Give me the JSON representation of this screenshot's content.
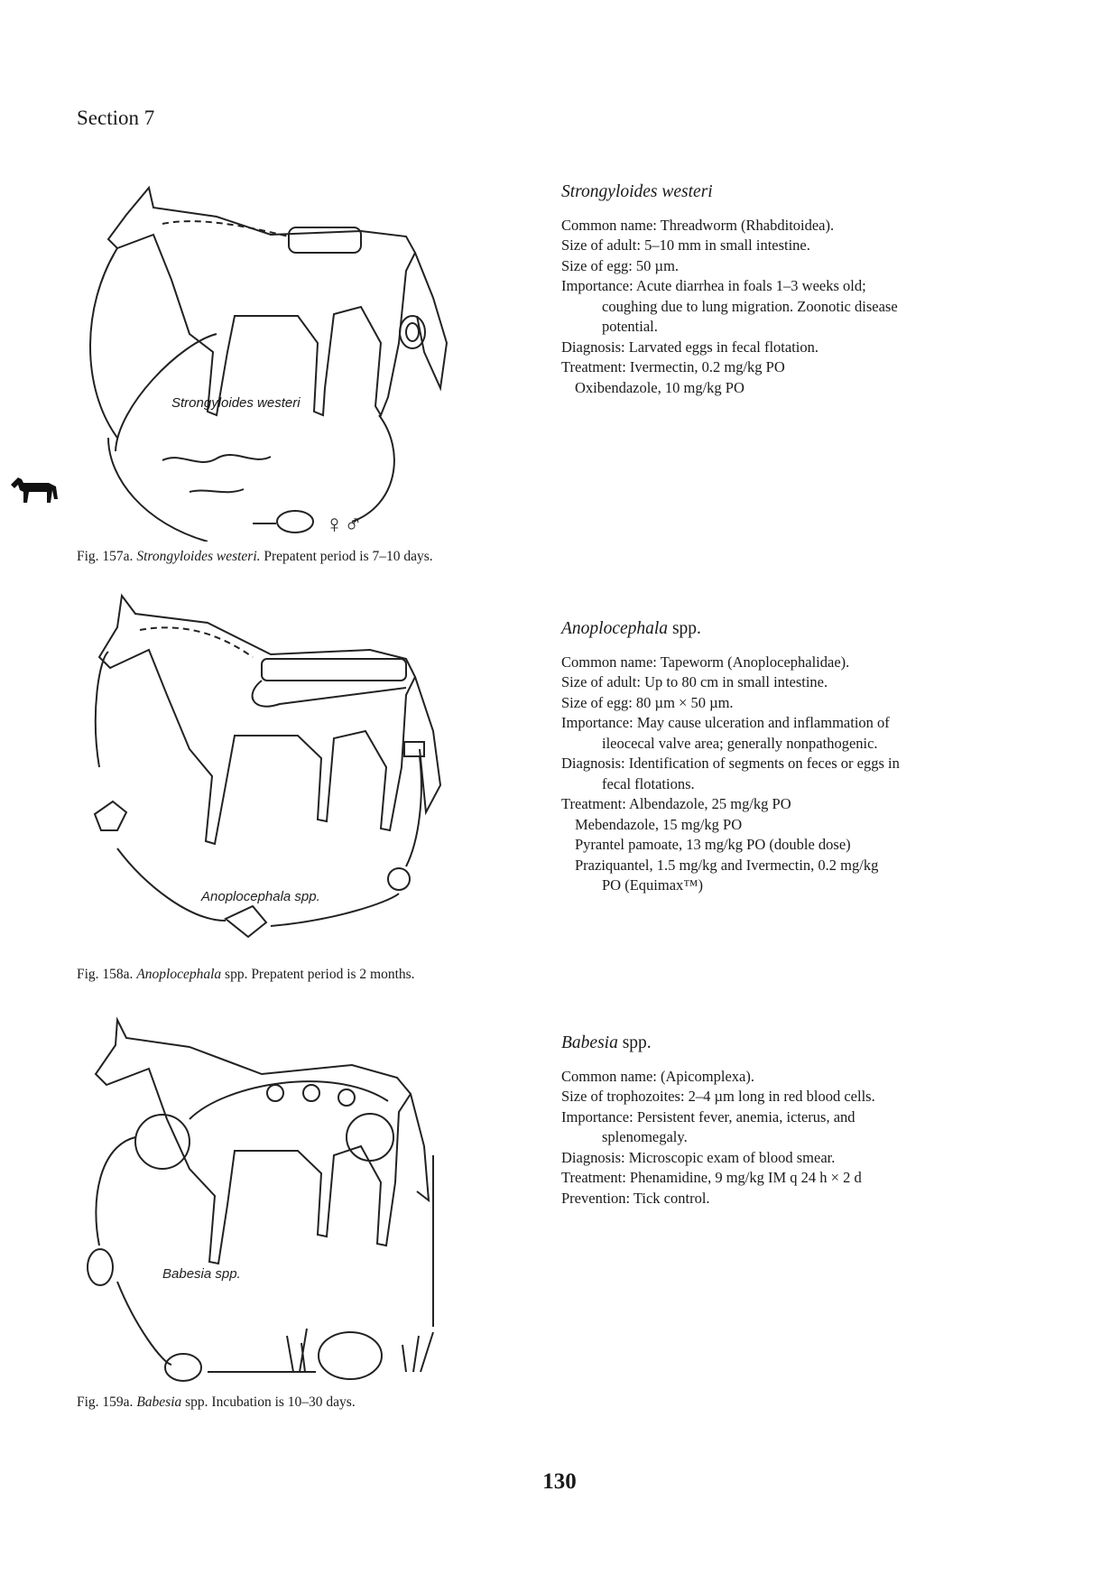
{
  "header": {
    "section": "Section 7"
  },
  "figures": [
    {
      "label": "Strongyloides westeri",
      "caption": {
        "prefix": "Fig. 157a. ",
        "species": "Strongyloides westeri.",
        "suffix": " Prepatent period is 7–10 days."
      }
    },
    {
      "label": "Anoplocephala spp.",
      "caption": {
        "prefix": "Fig. 158a. ",
        "species": "Anoplocephala",
        "suffix": " spp. Prepatent period is 2 months."
      }
    },
    {
      "label": "Babesia spp.",
      "caption": {
        "prefix": "Fig. 159a. ",
        "species": "Babesia",
        "suffix": " spp. Incubation is 10–30 days."
      }
    }
  ],
  "entries": [
    {
      "title": "Strongyloides westeri",
      "title_suffix": "",
      "common_name": "Common name: Threadworm (Rhabditoidea).",
      "size_adult": "Size of adult: 5–10 mm in small intestine.",
      "size_egg": "Size of egg: 50 µm.",
      "importance_1": "Importance: Acute diarrhea in foals 1–3 weeks old;",
      "importance_2": "coughing due to lung migration. Zoonotic disease",
      "importance_3": "potential.",
      "diagnosis_1": "Diagnosis: Larvated eggs in fecal flotation.",
      "treatment_1": "Treatment: Ivermectin, 0.2 mg/kg PO",
      "treatment_2": "Oxibendazole, 10 mg/kg PO"
    },
    {
      "title": "Anoplocephala",
      "title_suffix": " spp.",
      "common_name": "Common name: Tapeworm (Anoplocephalidae).",
      "size_adult": "Size of adult: Up to 80 cm in small intestine.",
      "size_egg": "Size of egg: 80 µm × 50 µm.",
      "importance_1": "Importance: May cause ulceration and inflammation of",
      "importance_2": "ileocecal valve area; generally nonpathogenic.",
      "diagnosis_1": "Diagnosis: Identification of segments on feces or eggs in",
      "diagnosis_2": "fecal flotations.",
      "treatment_1": "Treatment: Albendazole, 25 mg/kg PO",
      "treatment_2": "Mebendazole, 15 mg/kg PO",
      "treatment_3": "Pyrantel pamoate, 13 mg/kg PO (double dose)",
      "treatment_4": "Praziquantel, 1.5 mg/kg  and Ivermectin, 0.2 mg/kg",
      "treatment_5": "PO (Equimax™)"
    },
    {
      "title": "Babesia",
      "title_suffix": " spp.",
      "common_name": "Common name: (Apicomplexa).",
      "size_trophozoites": "Size of trophozoites: 2–4 µm long in red blood cells.",
      "importance_1": "Importance: Persistent fever, anemia, icterus, and",
      "importance_2": "splenomegaly.",
      "diagnosis_1": "Diagnosis: Microscopic exam of blood smear.",
      "treatment_1": "Treatment: Phenamidine, 9 mg/kg IM q 24 h × 2 d",
      "prevention": "Prevention: Tick control."
    }
  ],
  "page_number": "130"
}
